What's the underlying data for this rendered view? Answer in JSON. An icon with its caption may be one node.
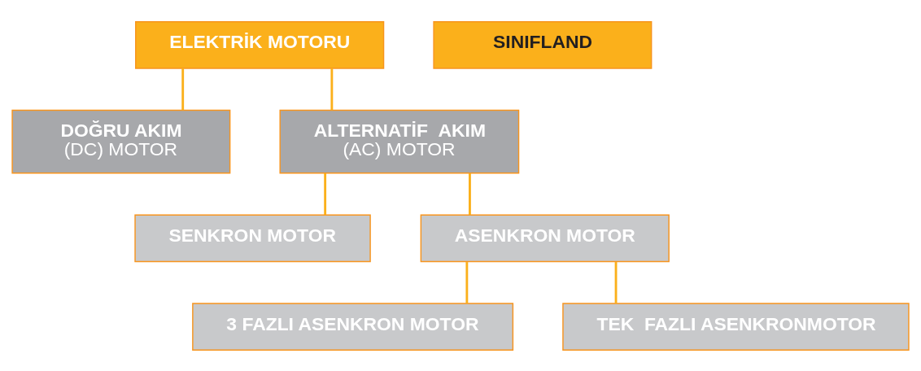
{
  "diagram": {
    "nodes": [
      {
        "text": [
          "ELEKTRİK MOTORU"
        ]
      },
      {
        "text": [
          "DOĞRU AKIM",
          "(DC) MOTOR"
        ]
      },
      {
        "text": [
          "ALTERNATİF  AKIM",
          "(AC) MOTOR"
        ]
      },
      {
        "text": [
          "SENKRON MOTOR"
        ]
      },
      {
        "text": [
          "ASENKRON MOTOR"
        ]
      },
      {
        "text": [
          "3 FAZLI ASENKRON MOTOR"
        ]
      },
      {
        "text": [
          "TEK  FAZLI ASENKRONMOTOR"
        ]
      },
      {
        "text": [
          "SINIFLAND"
        ]
      }
    ],
    "edges": [
      {
        "from": 0,
        "to": 1,
        "arrow": "none"
      },
      {
        "from": 0,
        "to": 2,
        "arrow": "none"
      },
      {
        "from": 2,
        "to": 3,
        "arrow": "none"
      },
      {
        "from": 2,
        "to": 4,
        "arrow": "none"
      },
      {
        "from": 4,
        "to": 5,
        "arrow": "none"
      },
      {
        "from": 4,
        "to": 6,
        "arrow": "none"
      }
    ]
  }
}
